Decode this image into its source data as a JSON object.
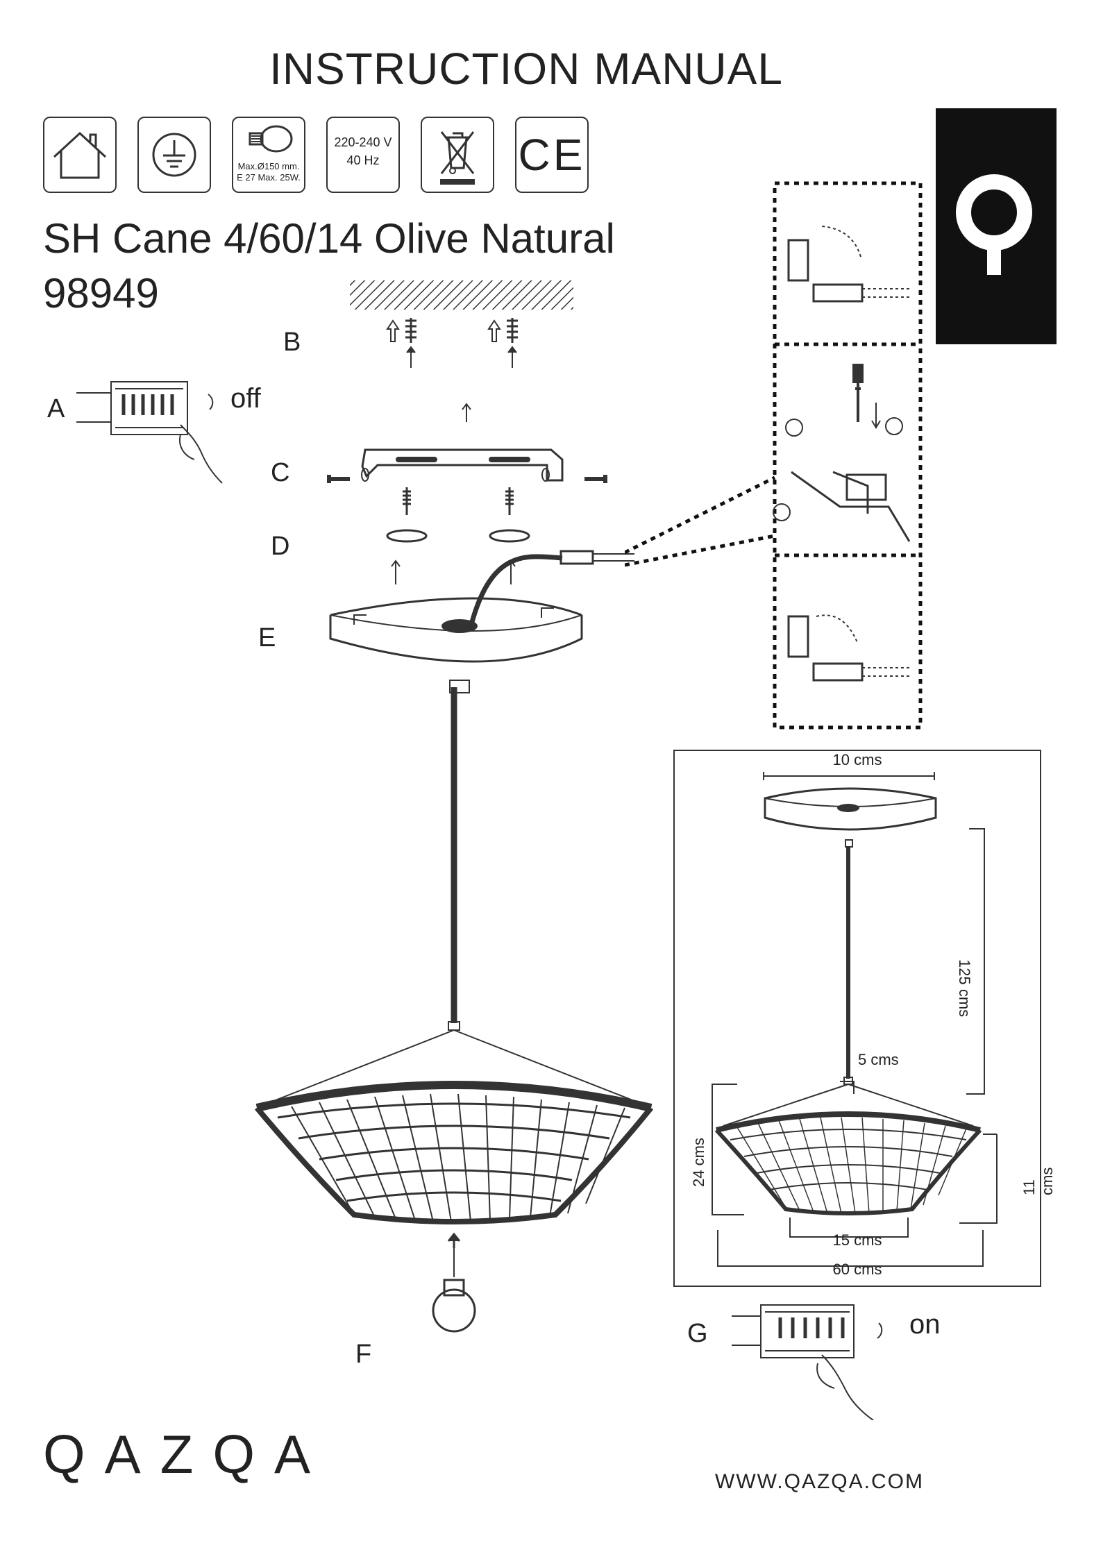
{
  "header": {
    "title": "INSTRUCTION MANUAL"
  },
  "product": {
    "name": "SH Cane 4/60/14 Olive Natural",
    "code": "98949"
  },
  "icons": {
    "bulb_text_line1": "Max.Ø150 mm.",
    "bulb_text_line2": "E 27 Max. 25W.",
    "voltage_line1": "220-240 V",
    "voltage_line2": "40 Hz",
    "ce_text": "CE"
  },
  "steps": {
    "a": "A",
    "a_state": "off",
    "b": "B",
    "c": "C",
    "d": "D",
    "e": "E",
    "f": "F",
    "g": "G",
    "g_state": "on"
  },
  "dimensions": {
    "canopy": "10 cms",
    "cable": "125 cms",
    "top_cap": "5 cms",
    "total_height": "24 cms",
    "shade_height": "11 cms",
    "bottom_diameter": "15 cms",
    "diameter": "60 cms"
  },
  "footer": {
    "brand": "QAZQA",
    "website": "WWW.QAZQA.COM"
  },
  "colors": {
    "ink": "#222222",
    "logo_block": "#111111"
  }
}
